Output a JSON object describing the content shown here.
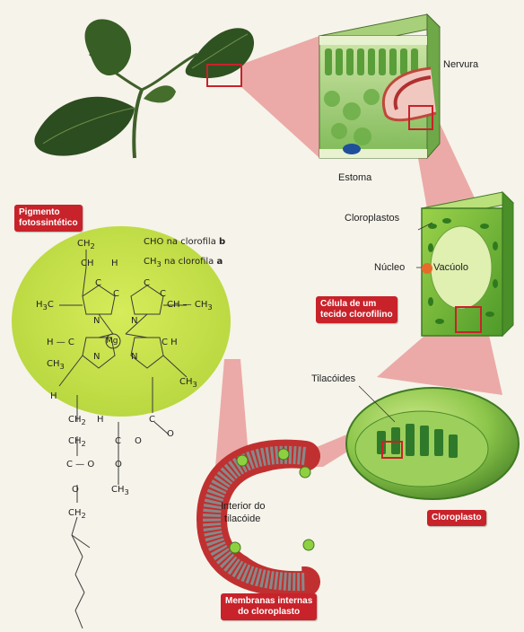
{
  "labels": {
    "nervura": "Nervura",
    "estoma": "Estoma",
    "cloroplastos": "Cloroplastos",
    "nucleo": "Núcleo",
    "vacuolo": "Vacúolo",
    "tilacoides": "Tilacóides",
    "interior_l1": "Interior do",
    "interior_l2": "tilacóide"
  },
  "tags": {
    "pigmento_l1": "Pigmento",
    "pigmento_l2": "fotossintético",
    "celula_l1": "Célula de um",
    "celula_l2": "tecido clorofilino",
    "cloroplasto": "Cloroplasto",
    "membranas_l1": "Membranas internas",
    "membranas_l2": "do cloroplasto"
  },
  "chemistry": {
    "cho": "CHO",
    "na_clorofila_b": "na clorofila",
    "b": "b",
    "ch3_top": "CH",
    "na_clorofila_a": "na clorofila",
    "a": "a",
    "mg": "Mg",
    "atoms": {
      "ch2_top": "CH",
      "ch_top": "CH",
      "h_top": "H",
      "h3c": "H",
      "c1": "C",
      "c2": "C",
      "c3": "C",
      "c4": "C",
      "c5": "C",
      "ch2ch3": "CH — CH",
      "n1": "N",
      "n2": "N",
      "n3": "N",
      "n4": "N",
      "h_left": "H — C",
      "c_h_right": "C    H",
      "ch3_left": "CH",
      "ch3_right": "CH",
      "h_low": "H",
      "ch2_a": "CH",
      "h_mid": "H",
      "ch2_b": "CH",
      "c_o": "C — O",
      "o1": "O",
      "ch2_c": "CH",
      "c_low": "C",
      "o2": "O",
      "c_eq_o": "C",
      "o3": "O",
      "o4": "O",
      "ch3_b": "CH"
    },
    "sub2": "2",
    "sub3": "3"
  },
  "colors": {
    "tag_red": "#c8222a",
    "pigment_green": "#c5e04a",
    "leaf_green": "#3d6b2a",
    "cell_green": "#7dbd3c",
    "zoom_red": "#d9343a"
  },
  "icons": {
    "leaf": "leaf-illustration",
    "leaf_block": "leaf-tissue-block",
    "cell": "plant-cell",
    "chloroplast": "chloroplast",
    "membrane": "thylakoid-membrane"
  }
}
